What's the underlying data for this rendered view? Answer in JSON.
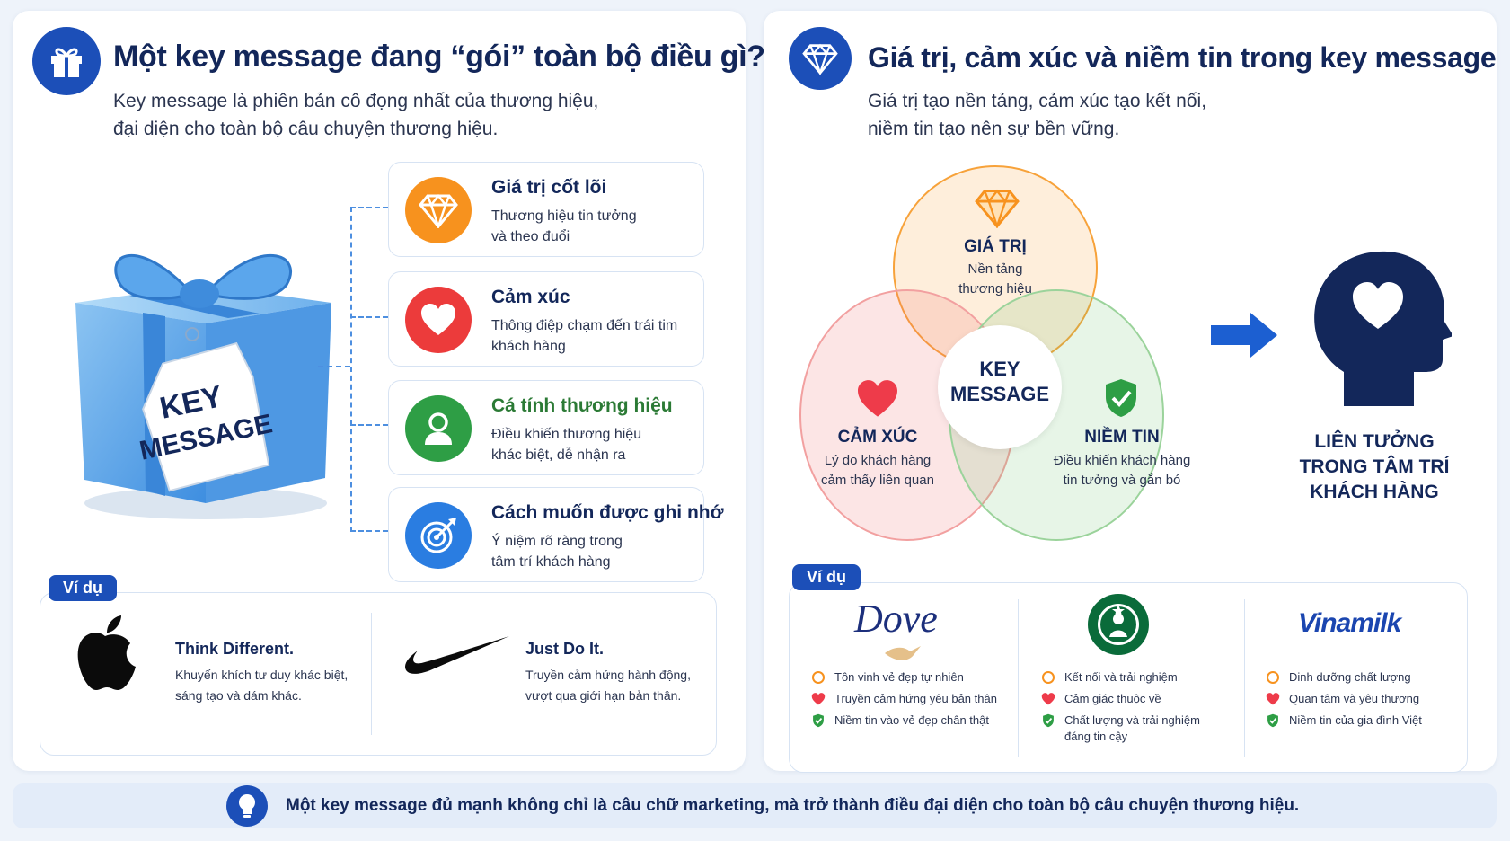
{
  "left": {
    "title": "Một key message đang “gói” toàn bộ điều gì?",
    "subtitle_line1": "Key message là phiên bản cô đọng nhất của thương hiệu,",
    "subtitle_line2": "đại diện cho toàn bộ câu chuyện thương hiệu.",
    "gift_tag_line1": "KEY",
    "gift_tag_line2": "MESSAGE",
    "features": [
      {
        "title": "Giá trị cốt lõi",
        "desc1": "Thương hiệu tin tưởng",
        "desc2": "và theo đuổi",
        "color": "#f7921e",
        "icon": "diamond-icon"
      },
      {
        "title": "Cảm xúc",
        "desc1": "Thông điệp chạm đến trái tim",
        "desc2": "khách hàng",
        "color": "#ec3b3b",
        "icon": "heart-icon"
      },
      {
        "title": "Cá tính thương hiệu",
        "desc1": "Điều khiến thương hiệu",
        "desc2": "khác biệt, dễ nhận ra",
        "color": "#2e9e45",
        "icon": "person-icon"
      },
      {
        "title": "Cách muốn được ghi nhớ",
        "desc1": "Ý niệm rõ ràng trong",
        "desc2": "tâm trí khách hàng",
        "color": "#2a7de1",
        "icon": "target-icon"
      }
    ],
    "example_tag": "Ví dụ",
    "examples": [
      {
        "title": "Think Different.",
        "desc1": "Khuyến khích tư duy khác biệt,",
        "desc2": "sáng tạo và dám khác.",
        "icon": "apple-logo-icon"
      },
      {
        "title": "Just Do It.",
        "desc1": "Truyền cảm hứng hành động,",
        "desc2": "vượt qua giới hạn bản thân.",
        "icon": "nike-swoosh-icon"
      }
    ]
  },
  "right": {
    "title": "Giá trị, cảm xúc và niềm tin trong key message",
    "subtitle_line1": "Giá trị tạo nền tảng, cảm xúc tạo kết nối,",
    "subtitle_line2": "niềm tin tạo nên sự bền vững.",
    "venn": {
      "value_title": "GIÁ TRỊ",
      "value_desc1": "Nền tảng",
      "value_desc2": "thương hiệu",
      "emotion_title": "CẢM XÚC",
      "emotion_desc1": "Lý do khách hàng",
      "emotion_desc2": "cảm thấy liên quan",
      "trust_title": "NIỀM TIN",
      "trust_desc1": "Điều khiến khách hàng",
      "trust_desc2": "tin tưởng và gắn bó",
      "center_line1": "KEY",
      "center_line2": "MESSAGE",
      "value_color": "#f7a23a",
      "emotion_color": "#f07070",
      "trust_color": "#6cc26c"
    },
    "mind_line1": "LIÊN TƯỞNG",
    "mind_line2": "TRONG TÂM TRÍ",
    "mind_line3": "KHÁCH HÀNG",
    "example_tag": "Ví dụ",
    "brands": [
      {
        "name": "Dove",
        "items": [
          "Tôn vinh vẻ đẹp tự nhiên",
          "Truyền cảm hứng yêu bản thân",
          "Niềm tin vào vẻ đẹp chân thật"
        ]
      },
      {
        "name": "Starbucks",
        "items": [
          "Kết nối và trải nghiệm",
          "Cảm giác thuộc về",
          "Chất lượng và trải nghiệm",
          "đáng tin cậy"
        ]
      },
      {
        "name": "Vinamilk",
        "items": [
          "Dinh dưỡng chất lượng",
          "Quan tâm và yêu thương",
          "Niềm tin của gia đình Việt"
        ]
      }
    ]
  },
  "footer": {
    "text": "Một key message đủ mạnh không chỉ là câu chữ marketing, mà trở thành điều đại diện cho toàn bộ câu chuyện thương hiệu."
  }
}
